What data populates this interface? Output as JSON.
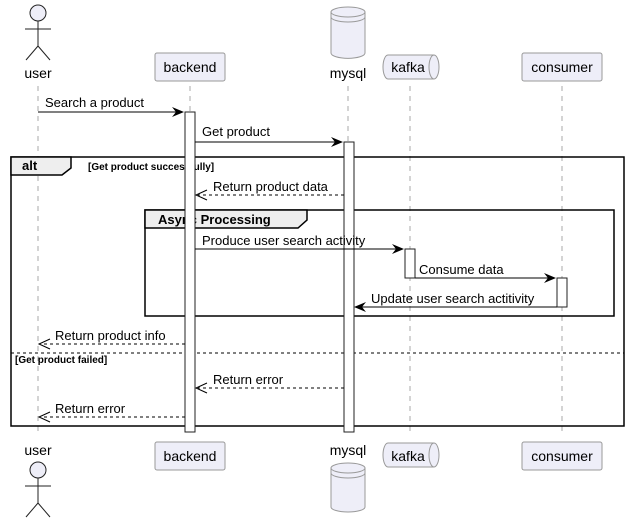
{
  "participants": [
    {
      "id": "user",
      "label": "user",
      "kind": "actor"
    },
    {
      "id": "backend",
      "label": "backend",
      "kind": "participant"
    },
    {
      "id": "mysql",
      "label": "mysql",
      "kind": "database"
    },
    {
      "id": "kafka",
      "label": "kafka",
      "kind": "queue"
    },
    {
      "id": "consumer",
      "label": "consumer",
      "kind": "participant"
    }
  ],
  "messages": [
    {
      "from": "user",
      "to": "backend",
      "label": "Search a product",
      "style": "solid"
    },
    {
      "from": "backend",
      "to": "mysql",
      "label": "Get product",
      "style": "solid"
    },
    {
      "from": "mysql",
      "to": "backend",
      "label": "Return product data",
      "style": "dashed"
    },
    {
      "from": "backend",
      "to": "kafka",
      "label": "Produce user search activity",
      "style": "solid"
    },
    {
      "from": "kafka",
      "to": "consumer",
      "label": "Consume data",
      "style": "solid"
    },
    {
      "from": "consumer",
      "to": "mysql",
      "label": "Update user search actitivity",
      "style": "solid"
    },
    {
      "from": "backend",
      "to": "user",
      "label": "Return product info",
      "style": "dashed"
    },
    {
      "from": "mysql",
      "to": "backend",
      "label": "Return error",
      "style": "dashed"
    },
    {
      "from": "backend",
      "to": "user",
      "label": "Return error",
      "style": "dashed"
    }
  ],
  "frames": {
    "alt": {
      "tag": "alt",
      "guard": "[Get product successfully]",
      "else_guard": "[Get product failed]"
    },
    "group": {
      "tag": "Async Processing"
    }
  }
}
